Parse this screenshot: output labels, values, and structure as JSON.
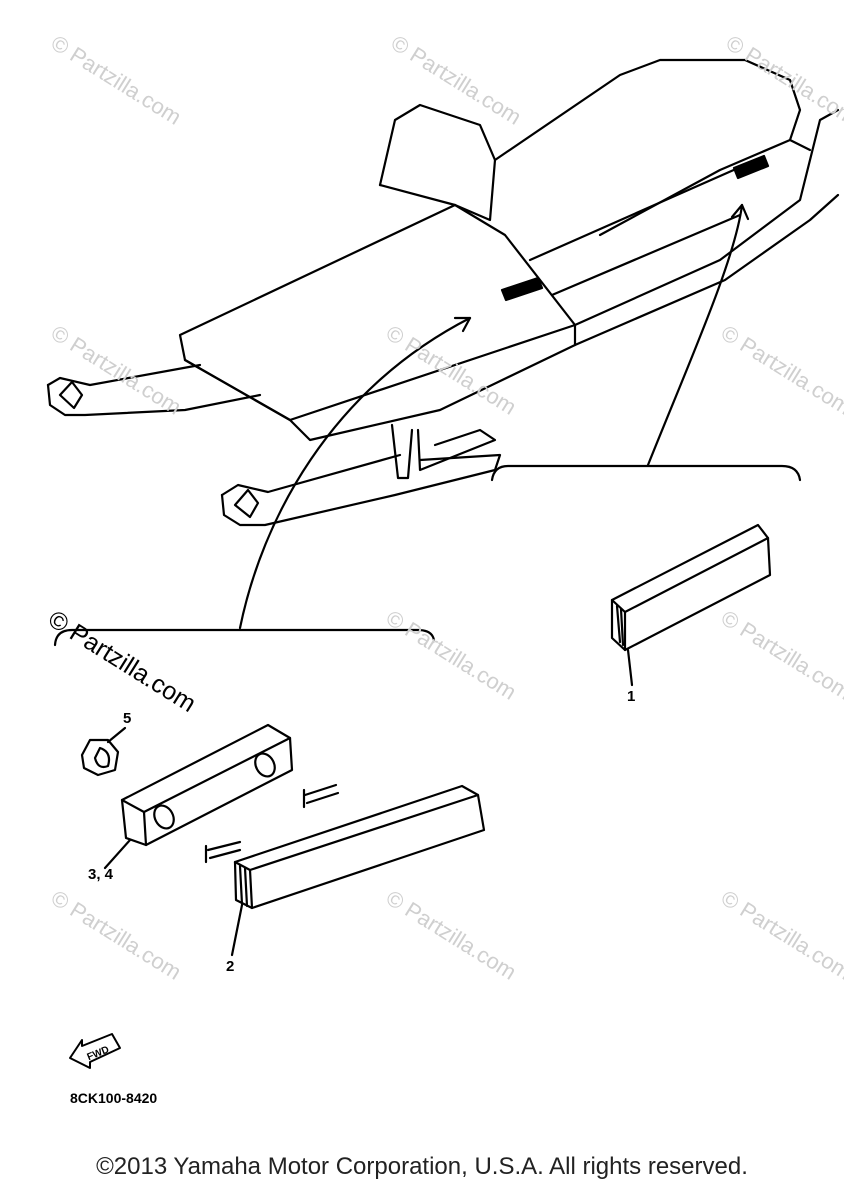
{
  "watermark": {
    "text": "© Partzilla.com"
  },
  "callouts": {
    "part1": "1",
    "part2": "2",
    "part34": "3, 4",
    "part5": "5"
  },
  "fwd_label": "FWD",
  "diagram_code": "8CK100-8420",
  "copyright": "©2013 Yamaha Motor Corporation, U.S.A. All rights reserved."
}
